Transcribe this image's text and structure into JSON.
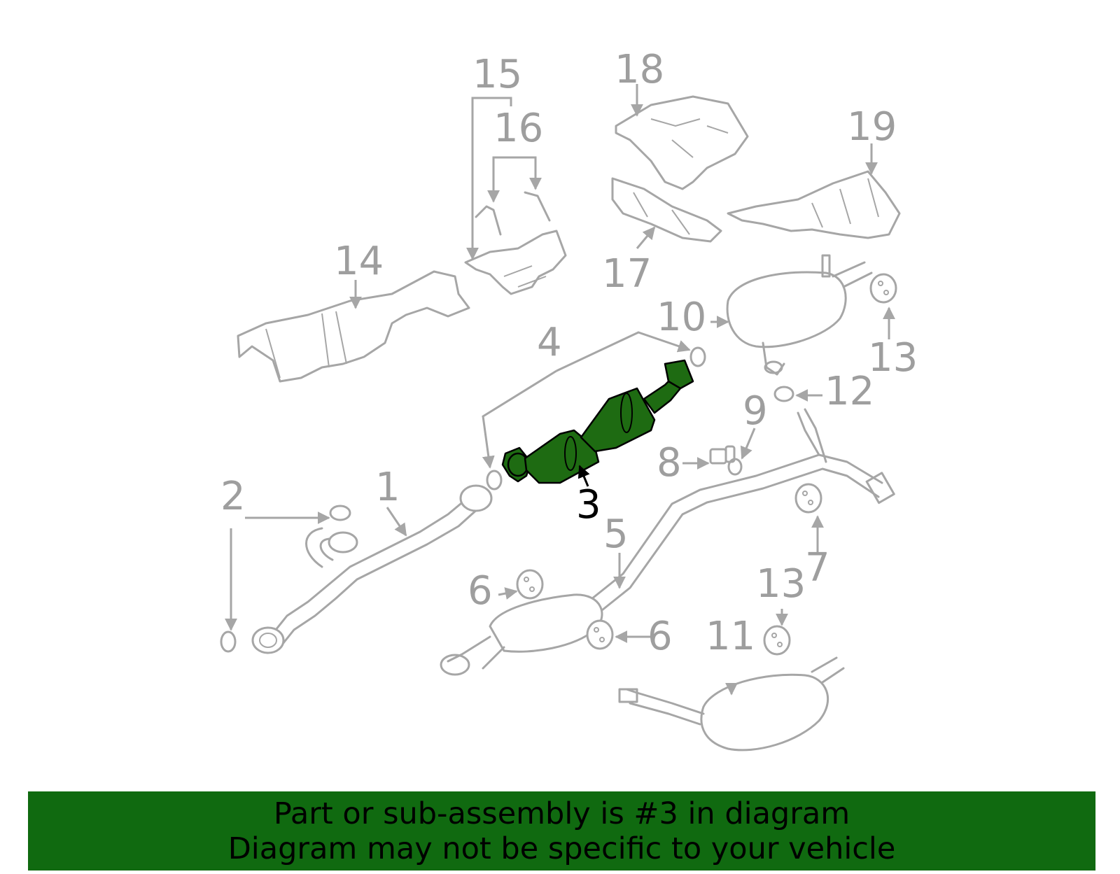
{
  "diagram": {
    "highlighted_part": "3",
    "callouts": {
      "c1": "1",
      "c2": "2",
      "c3": "3",
      "c4": "4",
      "c5": "5",
      "c6a": "6",
      "c6b": "6",
      "c7": "7",
      "c8": "8",
      "c9": "9",
      "c10": "10",
      "c11": "11",
      "c12": "12",
      "c13a": "13",
      "c13b": "13",
      "c14": "14",
      "c15": "15",
      "c16": "16",
      "c17": "17",
      "c18": "18",
      "c19": "19"
    },
    "colors": {
      "part_outline": "#a6a6a6",
      "highlight_fill": "#1e6b12",
      "banner_bg": "#106a10"
    }
  },
  "banner": {
    "line1": "Part or sub-assembly is #3 in diagram",
    "line2": "Diagram may not be specific to your vehicle"
  }
}
